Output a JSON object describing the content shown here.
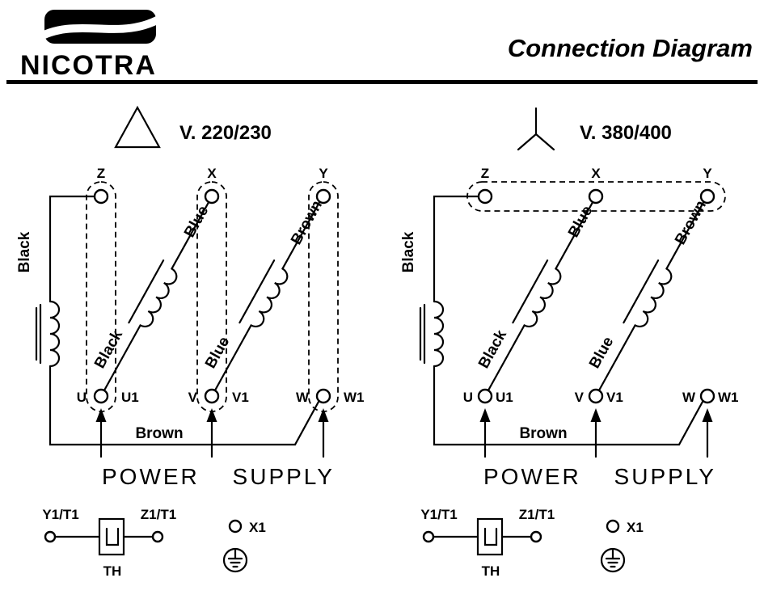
{
  "colors": {
    "ink": "#000000",
    "paper": "#ffffff"
  },
  "header": {
    "brand": "NICOTRA",
    "title": "Connection Diagram"
  },
  "delta_section": {
    "symbol": "delta",
    "voltage": "V. 220/230",
    "top_terminals": {
      "z": "Z",
      "x": "X",
      "y": "Y"
    },
    "bottom_terminals": {
      "u": "U",
      "u1": "U1",
      "v": "V",
      "v1": "V1",
      "w": "W",
      "w1": "W1"
    },
    "wire_colors": {
      "left_winding": "Black",
      "bottom_wire": "Brown",
      "winding1_lower": "Black",
      "winding1_upper": "Blue",
      "winding2_lower": "Blue",
      "winding2_upper": "Brown"
    },
    "power_supply": "POWER SUPPLY",
    "aux": {
      "left_terminal": "Y1/T1",
      "right_terminal": "Z1/T1",
      "thermal": "TH",
      "x1": "X1"
    }
  },
  "star_section": {
    "symbol": "star",
    "voltage": "V. 380/400",
    "top_terminals": {
      "z": "Z",
      "x": "X",
      "y": "Y"
    },
    "bottom_terminals": {
      "u": "U",
      "u1": "U1",
      "v": "V",
      "v1": "V1",
      "w": "W",
      "w1": "W1"
    },
    "wire_colors": {
      "left_winding": "Black",
      "bottom_wire": "Brown",
      "winding1_lower": "Black",
      "winding1_upper": "Blue",
      "winding2_lower": "Blue",
      "winding2_upper": "Brown"
    },
    "power_supply": "POWER SUPPLY",
    "aux": {
      "left_terminal": "Y1/T1",
      "right_terminal": "Z1/T1",
      "thermal": "TH",
      "x1": "X1"
    }
  }
}
